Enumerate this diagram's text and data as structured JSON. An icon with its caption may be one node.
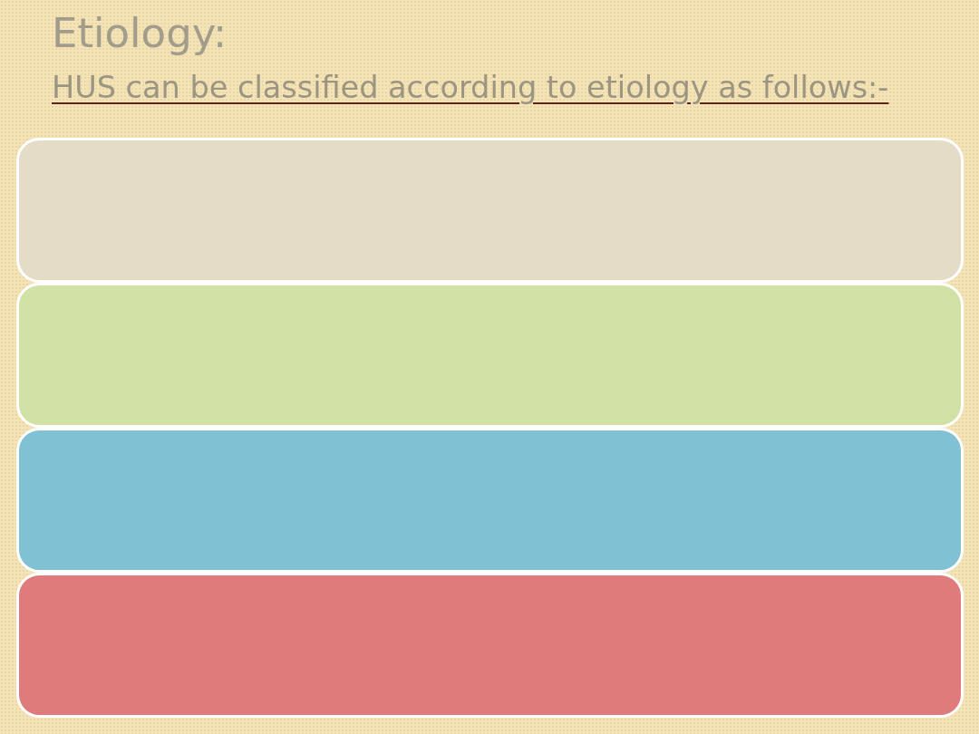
{
  "diagram": {
    "title": "Etiology:",
    "nodes": [
      {
        "text": [],
        "shape": "box"
      },
      {
        "text": [],
        "shape": "box"
      },
      {
        "text": [],
        "shape": "box"
      },
      {
        "text": [],
        "shape": "box"
      }
    ],
    "labels": [
      "HUS can be classified according to etiology as follows:-"
    ]
  }
}
